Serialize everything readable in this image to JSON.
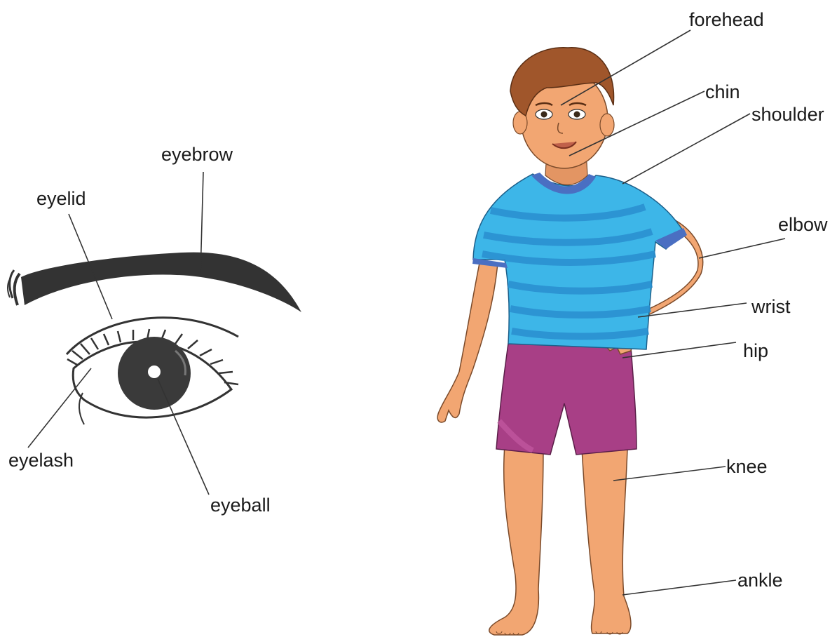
{
  "eye_diagram": {
    "labels": {
      "eyebrow": "eyebrow",
      "eyelid": "eyelid",
      "eyelash": "eyelash",
      "eyeball": "eyeball"
    }
  },
  "body_diagram": {
    "labels": {
      "forehead": "forehead",
      "chin": "chin",
      "shoulder": "shoulder",
      "elbow": "elbow",
      "wrist": "wrist",
      "hip": "hip",
      "knee": "knee",
      "ankle": "ankle"
    }
  },
  "colors": {
    "skin": "#f2a672",
    "skin_shadow": "#d9844f",
    "hair": "#a0562b",
    "shirt": "#3db6e8",
    "shirt_stripe": "#2a8fd0",
    "collar": "#4a6fc2",
    "shorts": "#a83f86",
    "eyebrow": "#333333",
    "iris": "#3a3a3a"
  }
}
